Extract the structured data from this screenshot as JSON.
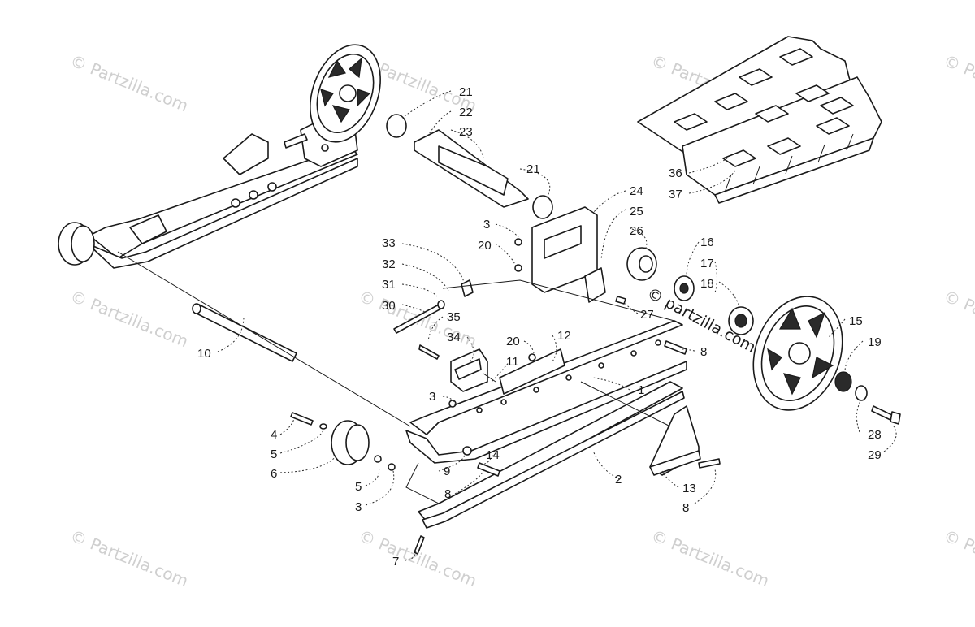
{
  "watermark": {
    "text": "© Partzilla.com"
  },
  "brand_watermark": {
    "text": "© partzilla.com"
  },
  "callouts": [
    "1",
    "2",
    "3",
    "4",
    "5",
    "6",
    "7",
    "8",
    "9",
    "10",
    "11",
    "12",
    "13",
    "14",
    "15",
    "16",
    "17",
    "18",
    "19",
    "20",
    "21",
    "22",
    "23",
    "24",
    "25",
    "26",
    "27",
    "28",
    "29",
    "30",
    "31",
    "32",
    "33",
    "34",
    "35",
    "36",
    "37"
  ],
  "parts": [
    "slide-rail-1",
    "slide-rail-2",
    "rear-idler-wheel",
    "front-idler-wheel",
    "rear-axle",
    "shock-mount-bracket",
    "track"
  ]
}
